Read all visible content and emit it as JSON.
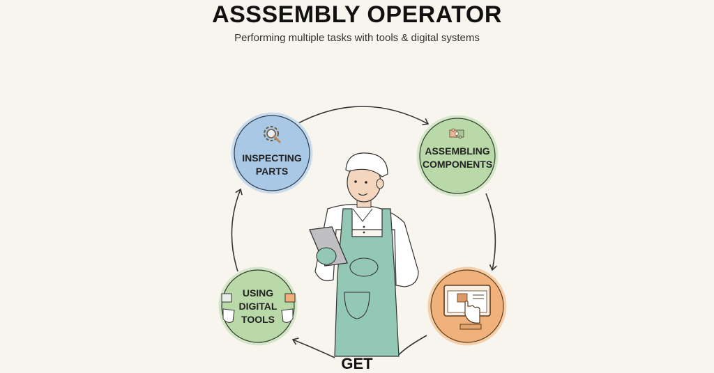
{
  "header": {
    "title": "ASSSEMBLY OPERATOR",
    "subtitle": "Performing multiple tasks with tools & digital systems"
  },
  "cycle": {
    "nodes": [
      {
        "label_line1": "INSPECTING",
        "label_line2": "PARTS",
        "icon": "gear-magnifier-icon",
        "color": "#a9c8e6"
      },
      {
        "label_line1": "ASSEMBLING",
        "label_line2": "COMPONENTS",
        "icon": "puzzle-icon",
        "color": "#b9d9a9"
      },
      {
        "label_line1": "",
        "label_line2": "",
        "icon": "touchscreen-puzzle-icon",
        "color": "#f0b27a"
      },
      {
        "label_line1": "USING",
        "label_line2": "DIGITAL",
        "label_line3": "TOOLS",
        "icon": "hands-icon",
        "color": "#b9d9a9"
      }
    ],
    "bottom_label": "GET"
  },
  "figure": {
    "description": "worker-with-tablet",
    "apron_color": "#93c7b6",
    "hairnet_color": "#ffffff"
  }
}
